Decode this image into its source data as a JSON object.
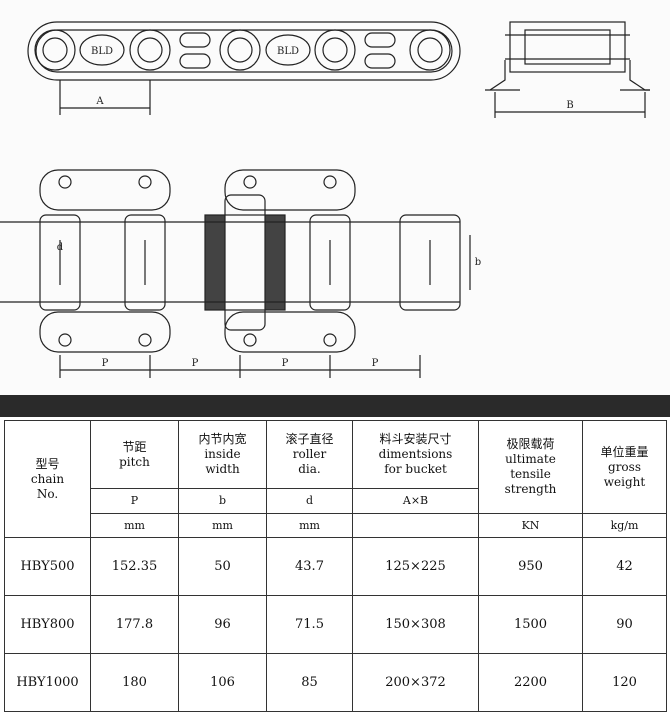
{
  "drawing": {
    "labels": {
      "a": "A",
      "b_side": "B",
      "d": "d",
      "b_inner": "b",
      "p": "P",
      "plate_mark": "BLD"
    }
  },
  "table": {
    "columns": [
      {
        "cn": "型号",
        "en": [
          "chain",
          "No."
        ],
        "symbol": "",
        "unit": ""
      },
      {
        "cn": "节距",
        "en": [
          "pitch"
        ],
        "symbol": "P",
        "unit": "mm"
      },
      {
        "cn": "内节内宽",
        "en": [
          "inside",
          "width"
        ],
        "symbol": "b",
        "unit": "mm"
      },
      {
        "cn": "滚子直径",
        "en": [
          "roller",
          "dia."
        ],
        "symbol": "d",
        "unit": "mm"
      },
      {
        "cn": "料斗安装尺寸",
        "en": [
          "dimentsions",
          "for bucket"
        ],
        "symbol": "A×B",
        "unit": ""
      },
      {
        "cn": "极限载荷",
        "en": [
          "ultimate",
          "tensile",
          "strength"
        ],
        "symbol": "",
        "unit": "KN"
      },
      {
        "cn": "单位重量",
        "en": [
          "gross",
          "weight"
        ],
        "symbol": "",
        "unit": "kg/m"
      }
    ],
    "rows": [
      [
        "HBY500",
        "152.35",
        "50",
        "43.7",
        "125×225",
        "950",
        "42"
      ],
      [
        "HBY800",
        "177.8",
        "96",
        "71.5",
        "150×308",
        "1500",
        "90"
      ],
      [
        "HBY1000",
        "180",
        "106",
        "85",
        "200×372",
        "2200",
        "120"
      ]
    ]
  }
}
